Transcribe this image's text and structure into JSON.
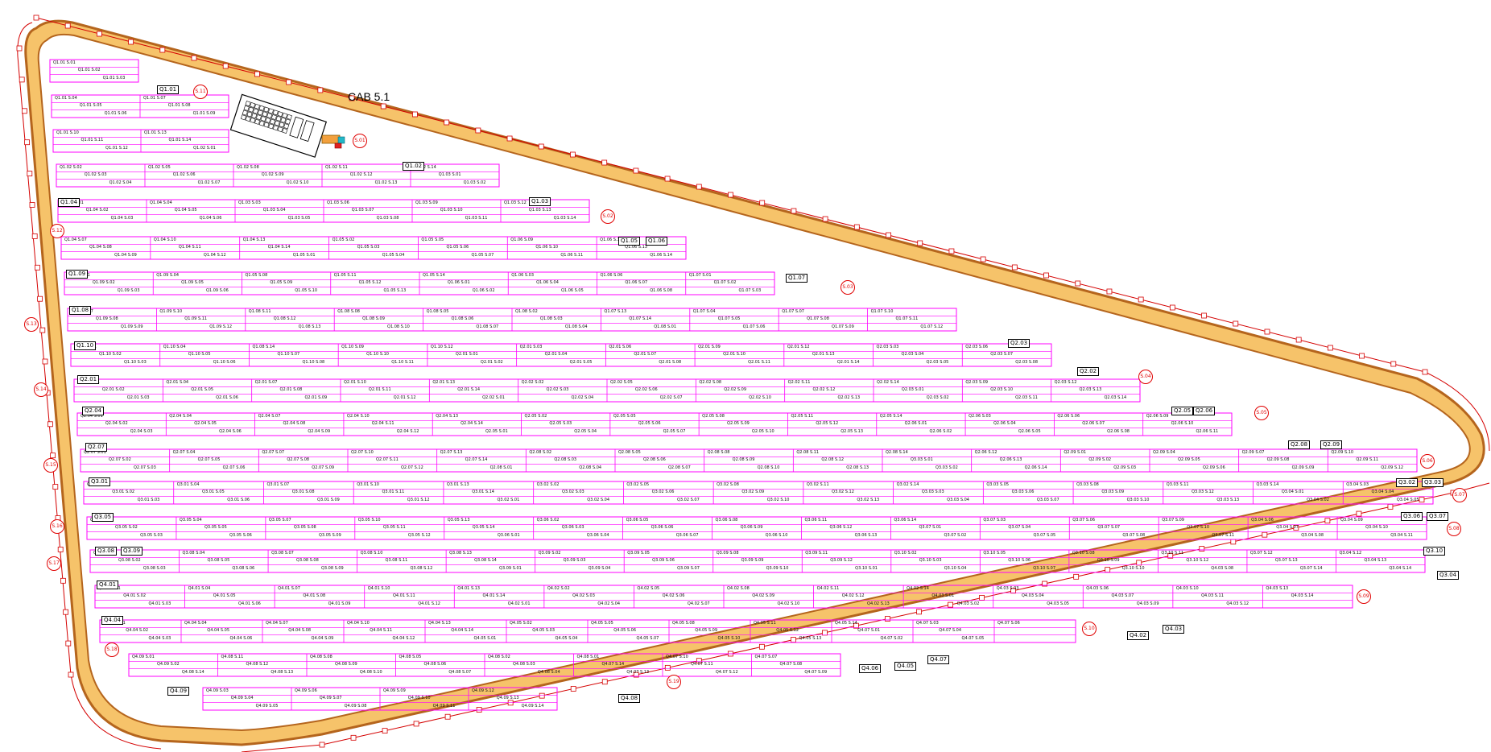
{
  "title": "CAB 5.1",
  "colors": {
    "boundary": "#b5651d",
    "gravel": "#f6c36a",
    "fence": "#d40000",
    "table": "#ff00ff",
    "text": "#111111"
  },
  "q_labels": [
    "Q1.01",
    "Q1.02",
    "Q1.03",
    "Q1.04",
    "Q1.05",
    "Q1.06",
    "Q1.07",
    "Q1.08",
    "Q1.09",
    "Q1.10",
    "Q2.01",
    "Q2.02",
    "Q2.03",
    "Q2.04",
    "Q2.05",
    "Q2.06",
    "Q2.07",
    "Q2.08",
    "Q2.09",
    "Q3.01",
    "Q3.02",
    "Q3.03",
    "Q3.04",
    "Q3.05",
    "Q3.06",
    "Q3.07",
    "Q3.08",
    "Q3.09",
    "Q3.10",
    "Q4.01",
    "Q4.02",
    "Q4.03",
    "Q4.04",
    "Q4.05",
    "Q4.06",
    "Q4.07",
    "Q4.08",
    "Q4.09"
  ],
  "markers": [
    "S.01",
    "S.02",
    "S.03",
    "S.04",
    "S.05",
    "S.06",
    "S.07",
    "S.08",
    "S.09",
    "S.10",
    "S.11",
    "S.12",
    "S.13",
    "S.14",
    "S.15",
    "S.16",
    "S.17",
    "S.18",
    "S.19"
  ],
  "rows": [
    [
      "Q1.01 S.01",
      "Q1.01 S.02",
      "Q1.01 S.03"
    ],
    [
      "Q1.01 S.04",
      "Q1.01 S.05",
      "Q1.01 S.06",
      "Q1.01 S.07",
      "Q1.01 S.08",
      "Q1.01 S.09"
    ],
    [
      "Q1.01 S.10",
      "Q1.01 S.11",
      "Q1.01 S.12",
      "Q1.01 S.13",
      "Q1.01 S.14",
      "Q1.02 S.01"
    ],
    [
      "Q1.02 S.02",
      "Q1.02 S.03",
      "Q1.02 S.04",
      "Q1.02 S.05",
      "Q1.02 S.06",
      "Q1.02 S.07",
      "Q1.02 S.08",
      "Q1.02 S.09",
      "Q1.02 S.10",
      "Q1.02 S.11",
      "Q1.02 S.12",
      "Q1.02 S.13",
      "Q1.02 S.14",
      "Q1.03 S.01",
      "Q1.03 S.02"
    ],
    [
      "Q1.04 S.01",
      "Q1.04 S.02",
      "Q1.04 S.03",
      "Q1.04 S.04",
      "Q1.04 S.05",
      "Q1.04 S.06",
      "Q1.03 S.03",
      "Q1.03 S.04",
      "Q1.03 S.05",
      "Q1.03 S.06",
      "Q1.03 S.07",
      "Q1.03 S.08",
      "Q1.03 S.09",
      "Q1.03 S.10",
      "Q1.03 S.11",
      "Q1.03 S.12",
      "Q1.03 S.13",
      "Q1.03 S.14"
    ],
    [
      "Q1.04 S.07",
      "Q1.04 S.08",
      "Q1.04 S.09",
      "Q1.04 S.10",
      "Q1.04 S.11",
      "Q1.04 S.12",
      "Q1.04 S.13",
      "Q1.04 S.14",
      "Q1.05 S.01",
      "Q1.05 S.02",
      "Q1.05 S.03",
      "Q1.05 S.04",
      "Q1.05 S.05",
      "Q1.05 S.06",
      "Q1.05 S.07",
      "Q1.06 S.09",
      "Q1.06 S.10",
      "Q1.06 S.11",
      "Q1.06 S.12",
      "Q1.06 S.13",
      "Q1.06 S.14"
    ],
    [
      "Q1.09 S.01",
      "Q1.09 S.02",
      "Q1.09 S.03",
      "Q1.09 S.04",
      "Q1.09 S.05",
      "Q1.09 S.06",
      "Q1.05 S.08",
      "Q1.05 S.09",
      "Q1.05 S.10",
      "Q1.05 S.11",
      "Q1.05 S.12",
      "Q1.05 S.13",
      "Q1.05 S.14",
      "Q1.06 S.01",
      "Q1.06 S.02",
      "Q1.06 S.03",
      "Q1.06 S.04",
      "Q1.06 S.05",
      "Q1.06 S.06",
      "Q1.06 S.07",
      "Q1.06 S.08",
      "Q1.07 S.01",
      "Q1.07 S.02",
      "Q1.07 S.03"
    ],
    [
      "Q1.09 S.07",
      "Q1.09 S.08",
      "Q1.09 S.09",
      "Q1.09 S.10",
      "Q1.09 S.11",
      "Q1.09 S.12",
      "Q1.08 S.11",
      "Q1.08 S.12",
      "Q1.08 S.13",
      "Q1.08 S.08",
      "Q1.08 S.09",
      "Q1.08 S.10",
      "Q1.08 S.05",
      "Q1.08 S.06",
      "Q1.08 S.07",
      "Q1.08 S.02",
      "Q1.08 S.03",
      "Q1.08 S.04",
      "Q1.07 S.13",
      "Q1.07 S.14",
      "Q1.08 S.01",
      "Q1.07 S.04",
      "Q1.07 S.05",
      "Q1.07 S.06",
      "Q1.07 S.07",
      "Q1.07 S.08",
      "Q1.07 S.09",
      "Q1.07 S.10",
      "Q1.07 S.11",
      "Q1.07 S.12"
    ],
    [
      "Q1.10 S.01",
      "Q1.10 S.02",
      "Q1.10 S.03",
      "Q1.10 S.04",
      "Q1.10 S.05",
      "Q1.10 S.06",
      "Q1.08 S.14",
      "Q1.10 S.07",
      "Q1.10 S.08",
      "Q1.10 S.09",
      "Q1.10 S.10",
      "Q1.10 S.11",
      "Q1.10 S.12",
      "Q2.01 S.01",
      "Q2.01 S.02",
      "Q2.01 S.03",
      "Q2.01 S.04",
      "Q2.01 S.05",
      "Q2.01 S.06",
      "Q2.01 S.07",
      "Q2.01 S.08",
      "Q2.01 S.09",
      "Q2.01 S.10",
      "Q2.01 S.11",
      "Q2.01 S.12",
      "Q2.01 S.13",
      "Q2.01 S.14",
      "Q2.03 S.03",
      "Q2.03 S.04",
      "Q2.03 S.05",
      "Q2.03 S.06",
      "Q2.03 S.07",
      "Q2.03 S.08"
    ],
    [
      "Q2.01 S.01",
      "Q2.01 S.02",
      "Q2.01 S.03",
      "Q2.01 S.04",
      "Q2.01 S.05",
      "Q2.01 S.06",
      "Q2.01 S.07",
      "Q2.01 S.08",
      "Q2.01 S.09",
      "Q2.01 S.10",
      "Q2.01 S.11",
      "Q2.01 S.12",
      "Q2.01 S.13",
      "Q2.01 S.14",
      "Q2.02 S.01",
      "Q2.02 S.02",
      "Q2.02 S.03",
      "Q2.02 S.04",
      "Q2.02 S.05",
      "Q2.02 S.06",
      "Q2.02 S.07",
      "Q2.02 S.08",
      "Q2.02 S.09",
      "Q2.02 S.10",
      "Q2.02 S.11",
      "Q2.02 S.12",
      "Q2.02 S.13",
      "Q2.02 S.14",
      "Q2.03 S.01",
      "Q2.03 S.02",
      "Q2.03 S.09",
      "Q2.03 S.10",
      "Q2.03 S.11",
      "Q2.03 S.12",
      "Q2.03 S.13",
      "Q2.03 S.14"
    ],
    [
      "Q2.04 S.01",
      "Q2.04 S.02",
      "Q2.04 S.03",
      "Q2.04 S.04",
      "Q2.04 S.05",
      "Q2.04 S.06",
      "Q2.04 S.07",
      "Q2.04 S.08",
      "Q2.04 S.09",
      "Q2.04 S.10",
      "Q2.04 S.11",
      "Q2.04 S.12",
      "Q2.04 S.13",
      "Q2.04 S.14",
      "Q2.05 S.01",
      "Q2.05 S.02",
      "Q2.05 S.03",
      "Q2.05 S.04",
      "Q2.05 S.05",
      "Q2.05 S.06",
      "Q2.05 S.07",
      "Q2.05 S.08",
      "Q2.05 S.09",
      "Q2.05 S.10",
      "Q2.05 S.11",
      "Q2.05 S.12",
      "Q2.05 S.13",
      "Q2.05 S.14",
      "Q2.06 S.01",
      "Q2.06 S.02",
      "Q2.06 S.03",
      "Q2.06 S.04",
      "Q2.06 S.05",
      "Q2.06 S.06",
      "Q2.06 S.07",
      "Q2.06 S.08",
      "Q2.06 S.09",
      "Q2.06 S.10",
      "Q2.06 S.11"
    ],
    [
      "Q2.07 S.01",
      "Q2.07 S.02",
      "Q2.07 S.03",
      "Q2.07 S.04",
      "Q2.07 S.05",
      "Q2.07 S.06",
      "Q2.07 S.07",
      "Q2.07 S.08",
      "Q2.07 S.09",
      "Q2.07 S.10",
      "Q2.07 S.11",
      "Q2.07 S.12",
      "Q2.07 S.13",
      "Q2.07 S.14",
      "Q2.08 S.01",
      "Q2.08 S.02",
      "Q2.08 S.03",
      "Q2.08 S.04",
      "Q2.08 S.05",
      "Q2.08 S.06",
      "Q2.08 S.07",
      "Q2.08 S.08",
      "Q2.08 S.09",
      "Q2.08 S.10",
      "Q2.08 S.11",
      "Q2.08 S.12",
      "Q2.08 S.13",
      "Q2.08 S.14",
      "Q3.03 S.01",
      "Q3.03 S.02",
      "Q2.06 S.12",
      "Q2.06 S.13",
      "Q2.06 S.14",
      "Q2.09 S.01",
      "Q2.09 S.02",
      "Q2.09 S.03",
      "Q2.09 S.04",
      "Q2.09 S.05",
      "Q2.09 S.06",
      "Q2.09 S.07",
      "Q2.09 S.08",
      "Q2.09 S.09",
      "Q2.09 S.10",
      "Q2.09 S.11",
      "Q2.09 S.12"
    ],
    [
      "Q3.01 S.01",
      "Q3.01 S.02",
      "Q3.01 S.03",
      "Q3.01 S.04",
      "Q3.01 S.05",
      "Q3.01 S.06",
      "Q3.01 S.07",
      "Q3.01 S.08",
      "Q3.01 S.09",
      "Q3.01 S.10",
      "Q3.01 S.11",
      "Q3.01 S.12",
      "Q3.01 S.13",
      "Q3.01 S.14",
      "Q3.02 S.01",
      "Q3.02 S.02",
      "Q3.02 S.03",
      "Q3.02 S.04",
      "Q3.02 S.05",
      "Q3.02 S.06",
      "Q3.02 S.07",
      "Q3.02 S.08",
      "Q3.02 S.09",
      "Q3.02 S.10",
      "Q3.02 S.11",
      "Q3.02 S.12",
      "Q3.02 S.13",
      "Q3.02 S.14",
      "Q3.03 S.03",
      "Q3.03 S.04",
      "Q3.03 S.05",
      "Q3.03 S.06",
      "Q3.03 S.07",
      "Q3.03 S.08",
      "Q3.03 S.09",
      "Q3.03 S.10",
      "Q3.03 S.11",
      "Q3.03 S.12",
      "Q3.03 S.13",
      "Q3.03 S.14",
      "Q3.04 S.01",
      "Q3.04 S.02",
      "Q3.04 S.03",
      "Q3.04 S.04",
      "Q3.04 S.05"
    ],
    [
      "Q3.05 S.01",
      "Q3.05 S.02",
      "Q3.05 S.03",
      "Q3.05 S.04",
      "Q3.05 S.05",
      "Q3.05 S.06",
      "Q3.05 S.07",
      "Q3.05 S.08",
      "Q3.05 S.09",
      "Q3.05 S.10",
      "Q3.05 S.11",
      "Q3.05 S.12",
      "Q3.05 S.13",
      "Q3.05 S.14",
      "Q3.06 S.01",
      "Q3.06 S.02",
      "Q3.06 S.03",
      "Q3.06 S.04",
      "Q3.06 S.05",
      "Q3.06 S.06",
      "Q3.06 S.07",
      "Q3.06 S.08",
      "Q3.06 S.09",
      "Q3.06 S.10",
      "Q3.06 S.11",
      "Q3.06 S.12",
      "Q3.06 S.13",
      "Q3.06 S.14",
      "Q3.07 S.01",
      "Q3.07 S.02",
      "Q3.07 S.03",
      "Q3.07 S.04",
      "Q3.07 S.05",
      "Q3.07 S.06",
      "Q3.07 S.07",
      "Q3.07 S.08",
      "Q3.07 S.09",
      "Q3.07 S.10",
      "Q3.07 S.11",
      "Q3.04 S.06",
      "Q3.04 S.07",
      "Q3.04 S.08",
      "Q3.04 S.09",
      "Q3.04 S.10",
      "Q3.04 S.11"
    ],
    [
      "Q3.08 S.01",
      "Q3.08 S.02",
      "Q3.08 S.03",
      "Q3.08 S.04",
      "Q3.08 S.05",
      "Q3.08 S.06",
      "Q3.08 S.07",
      "Q3.08 S.08",
      "Q3.08 S.09",
      "Q3.08 S.10",
      "Q3.08 S.11",
      "Q3.08 S.12",
      "Q3.08 S.13",
      "Q3.08 S.14",
      "Q3.09 S.01",
      "Q3.09 S.02",
      "Q3.09 S.03",
      "Q3.09 S.04",
      "Q3.09 S.05",
      "Q3.09 S.06",
      "Q3.09 S.07",
      "Q3.09 S.08",
      "Q3.09 S.09",
      "Q3.09 S.10",
      "Q3.09 S.11",
      "Q3.09 S.12",
      "Q3.10 S.01",
      "Q3.10 S.02",
      "Q3.10 S.03",
      "Q3.10 S.04",
      "Q3.10 S.05",
      "Q3.10 S.06",
      "Q3.10 S.07",
      "Q3.10 S.08",
      "Q3.10 S.09",
      "Q3.10 S.10",
      "Q3.10 S.11",
      "Q3.10 S.12",
      "Q4.03 S.08",
      "Q3.07 S.12",
      "Q3.07 S.13",
      "Q3.07 S.14",
      "Q3.04 S.12",
      "Q3.04 S.13",
      "Q3.04 S.14"
    ],
    [
      "Q4.01 S.01",
      "Q4.01 S.02",
      "Q4.01 S.03",
      "Q4.01 S.04",
      "Q4.01 S.05",
      "Q4.01 S.06",
      "Q4.01 S.07",
      "Q4.01 S.08",
      "Q4.01 S.09",
      "Q4.01 S.10",
      "Q4.01 S.11",
      "Q4.01 S.12",
      "Q4.01 S.13",
      "Q4.01 S.14",
      "Q4.02 S.01",
      "Q4.02 S.02",
      "Q4.02 S.03",
      "Q4.02 S.04",
      "Q4.02 S.05",
      "Q4.02 S.06",
      "Q4.02 S.07",
      "Q4.02 S.08",
      "Q4.02 S.09",
      "Q4.02 S.10",
      "Q4.02 S.11",
      "Q4.02 S.12",
      "Q4.02 S.13",
      "Q4.02 S.14",
      "Q4.03 S.01",
      "Q4.03 S.02",
      "Q4.03 S.03",
      "Q4.03 S.04",
      "Q4.03 S.05",
      "Q4.03 S.06",
      "Q4.03 S.07",
      "Q4.03 S.09",
      "Q4.03 S.10",
      "Q4.03 S.11",
      "Q4.03 S.12",
      "Q4.03 S.13",
      "Q4.03 S.14"
    ],
    [
      "Q4.04 S.01",
      "Q4.04 S.02",
      "Q4.04 S.03",
      "Q4.04 S.04",
      "Q4.04 S.05",
      "Q4.04 S.06",
      "Q4.04 S.07",
      "Q4.04 S.08",
      "Q4.04 S.09",
      "Q4.04 S.10",
      "Q4.04 S.11",
      "Q4.04 S.12",
      "Q4.04 S.13",
      "Q4.04 S.14",
      "Q4.05 S.01",
      "Q4.05 S.02",
      "Q4.05 S.03",
      "Q4.05 S.04",
      "Q4.05 S.05",
      "Q4.05 S.06",
      "Q4.05 S.07",
      "Q4.05 S.08",
      "Q4.05 S.09",
      "Q4.05 S.10",
      "Q4.05 S.11",
      "Q4.05 S.12",
      "Q4.05 S.13",
      "Q4.05 S.14",
      "Q4.07 S.01",
      "Q4.07 S.02",
      "Q4.07 S.03",
      "Q4.07 S.04",
      "Q4.07 S.05",
      "Q4.07 S.06"
    ],
    [
      "Q4.09 S.01",
      "Q4.09 S.02",
      "Q4.08 S.14",
      "Q4.08 S.11",
      "Q4.08 S.12",
      "Q4.08 S.13",
      "Q4.08 S.08",
      "Q4.08 S.09",
      "Q4.08 S.10",
      "Q4.08 S.05",
      "Q4.08 S.06",
      "Q4.08 S.07",
      "Q4.08 S.02",
      "Q4.08 S.03",
      "Q4.08 S.04",
      "Q4.08 S.01",
      "Q4.07 S.14",
      "Q4.07 S.13",
      "Q4.07 S.10",
      "Q4.07 S.11",
      "Q4.07 S.12",
      "Q4.07 S.07",
      "Q4.07 S.08",
      "Q4.07 S.09"
    ],
    [
      "Q4.09 S.03",
      "Q4.09 S.04",
      "Q4.09 S.05",
      "Q4.09 S.06",
      "Q4.09 S.07",
      "Q4.09 S.08",
      "Q4.09 S.09",
      "Q4.09 S.10",
      "Q4.09 S.11",
      "Q4.09 S.12",
      "Q4.09 S.13",
      "Q4.09 S.14"
    ]
  ]
}
